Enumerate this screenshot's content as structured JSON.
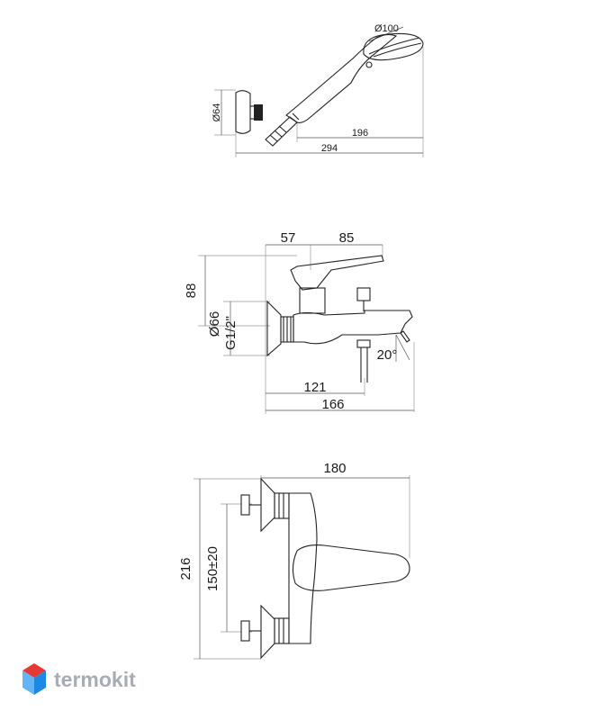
{
  "hand_shower": {
    "dia_head": "Ø100",
    "dia_holder": "Ø64",
    "len_196": "196",
    "len_294": "294"
  },
  "side_view": {
    "top_57": "57",
    "top_85": "85",
    "height_88": "88",
    "dia_66": "Ø66",
    "thread": "G1/2\"",
    "angle": "20°",
    "len_121": "121",
    "len_166": "166"
  },
  "top_view": {
    "width_180": "180",
    "height_216": "216",
    "centers": "150±20"
  },
  "logo": {
    "text": "termokit",
    "colors": {
      "top": "#e53935",
      "left": "#42a5f5",
      "right": "#1e88e5"
    }
  }
}
